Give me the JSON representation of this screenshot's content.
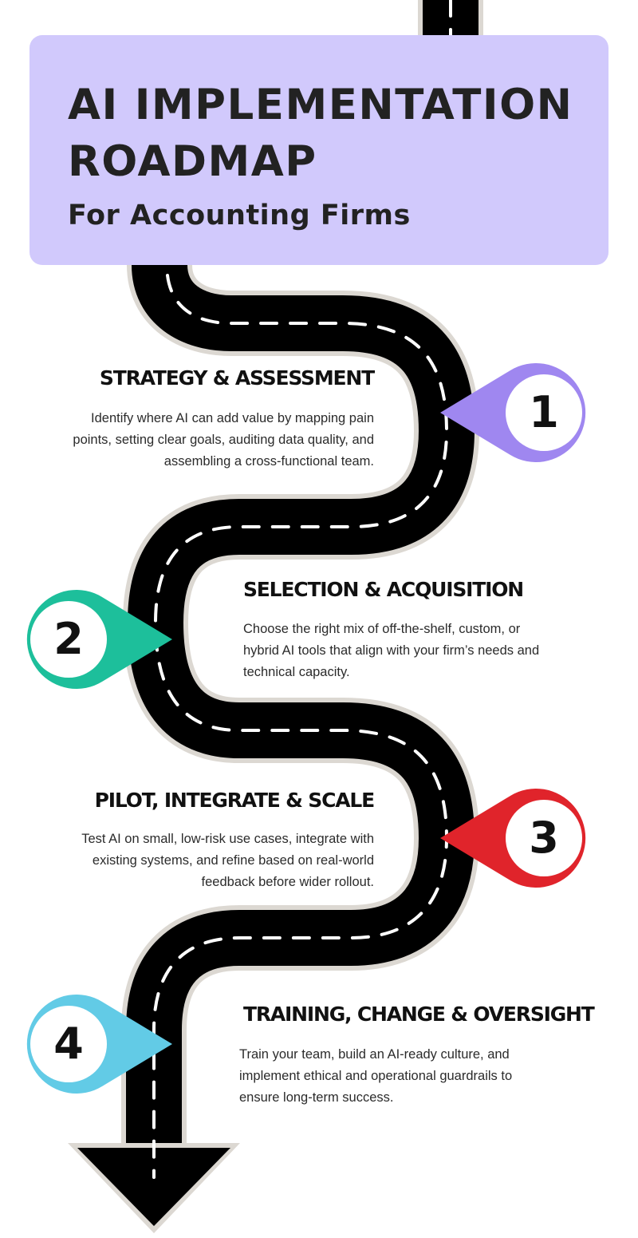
{
  "header": {
    "title_line1": "AI IMPLEMENTATION",
    "title_line2": "ROADMAP",
    "subtitle": "For Accounting Firms"
  },
  "steps": [
    {
      "number": "1",
      "title": "STRATEGY & ASSESSMENT",
      "desc_lines": [
        "Identify where AI can add value by mapping pain",
        "points, setting clear goals, auditing data quality, and",
        "assembling a cross-functional team."
      ],
      "color": "#9f87f0"
    },
    {
      "number": "2",
      "title": "SELECTION & ACQUISITION",
      "desc_lines": [
        "Choose the right mix of off-the-shelf, custom, or",
        "hybrid AI tools that align with your firm’s needs and",
        "technical capacity."
      ],
      "color": "#1dbf9b"
    },
    {
      "number": "3",
      "title": "PILOT, INTEGRATE & SCALE",
      "desc_lines": [
        "Test AI on small, low-risk use cases, integrate with",
        "existing systems, and refine based on real-world",
        "feedback before wider rollout."
      ],
      "color": "#e0242b"
    },
    {
      "number": "4",
      "title": "TRAINING, CHANGE & OVERSIGHT",
      "desc_lines": [
        "Train your team, build an AI-ready culture, and",
        "implement ethical and operational guardrails to",
        "ensure long-term success."
      ],
      "color": "#62cbe6"
    }
  ],
  "colors": {
    "header_bg": "#d1c9fc",
    "road": "#000000",
    "road_edge": "#dcd8d2",
    "lane_marking": "#ffffff"
  },
  "icons": [
    "road-path",
    "arrow-down-icon",
    "map-pin-icon"
  ]
}
